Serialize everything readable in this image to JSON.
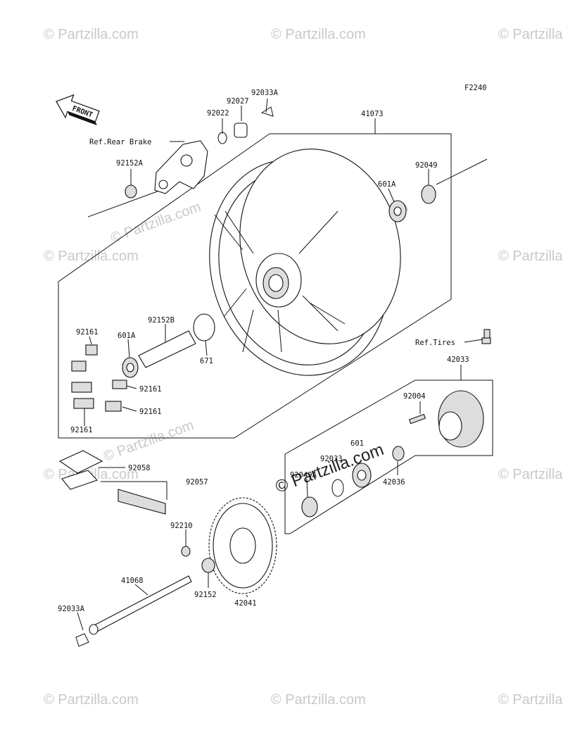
{
  "diagram": {
    "figure_code": "F2240",
    "front_label": "FRONT",
    "watermark": "© Partzilla.com",
    "watermark_center": "© Partzilla.com",
    "labels": [
      {
        "id": "92033A-top",
        "text": "92033A"
      },
      {
        "id": "92027",
        "text": "92027"
      },
      {
        "id": "92022",
        "text": "92022"
      },
      {
        "id": "ref-rear-brake",
        "text": "Ref.Rear Brake"
      },
      {
        "id": "92152A",
        "text": "92152A"
      },
      {
        "id": "41073",
        "text": "41073"
      },
      {
        "id": "92049",
        "text": "92049"
      },
      {
        "id": "601A-right",
        "text": "601A"
      },
      {
        "id": "92161-a",
        "text": "92161"
      },
      {
        "id": "601A-left",
        "text": "601A"
      },
      {
        "id": "92152B",
        "text": "92152B"
      },
      {
        "id": "671",
        "text": "671"
      },
      {
        "id": "92161-b",
        "text": "92161"
      },
      {
        "id": "92161-c",
        "text": "92161"
      },
      {
        "id": "92161-d",
        "text": "92161"
      },
      {
        "id": "ref-tires",
        "text": "Ref.Tires"
      },
      {
        "id": "42033",
        "text": "42033"
      },
      {
        "id": "92004",
        "text": "92004"
      },
      {
        "id": "92058",
        "text": "92058"
      },
      {
        "id": "92057",
        "text": "92057"
      },
      {
        "id": "601",
        "text": "601"
      },
      {
        "id": "92033",
        "text": "92033"
      },
      {
        "id": "92049A",
        "text": "92049A"
      },
      {
        "id": "42036",
        "text": "42036"
      },
      {
        "id": "92210",
        "text": "92210"
      },
      {
        "id": "41068",
        "text": "41068"
      },
      {
        "id": "92152",
        "text": "92152"
      },
      {
        "id": "42041",
        "text": "42041"
      },
      {
        "id": "92033A-bottom",
        "text": "92033A"
      }
    ]
  }
}
